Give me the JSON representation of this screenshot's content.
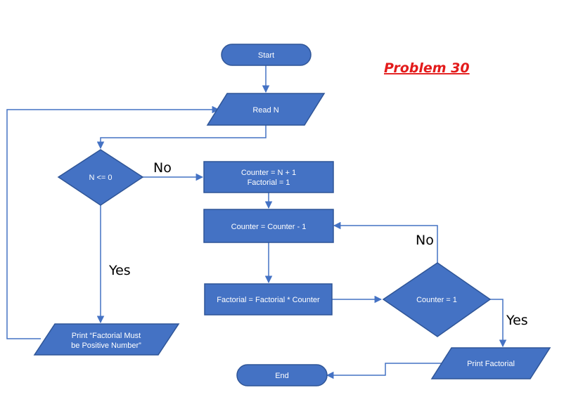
{
  "title": "Problem 30",
  "nodes": {
    "start": "Start",
    "read_n": "Read N",
    "decision_n": "N <= 0",
    "init_line1": "Counter = N + 1",
    "init_line2": "Factorial = 1",
    "decrement": "Counter = Counter - 1",
    "multiply": "Factorial = Factorial * Counter",
    "decision_counter": "Counter = 1",
    "print_error_line1": "Print “Factorial Must",
    "print_error_line2": "be Positive Number”",
    "print_factorial": "Print Factorial",
    "end": "End"
  },
  "edge_labels": {
    "n_no": "No",
    "n_yes": "Yes",
    "counter_no": "No",
    "counter_yes": "Yes"
  },
  "colors": {
    "shape_fill": "#4472C4",
    "shape_stroke": "#2F5597",
    "title": "#E31B1B"
  }
}
